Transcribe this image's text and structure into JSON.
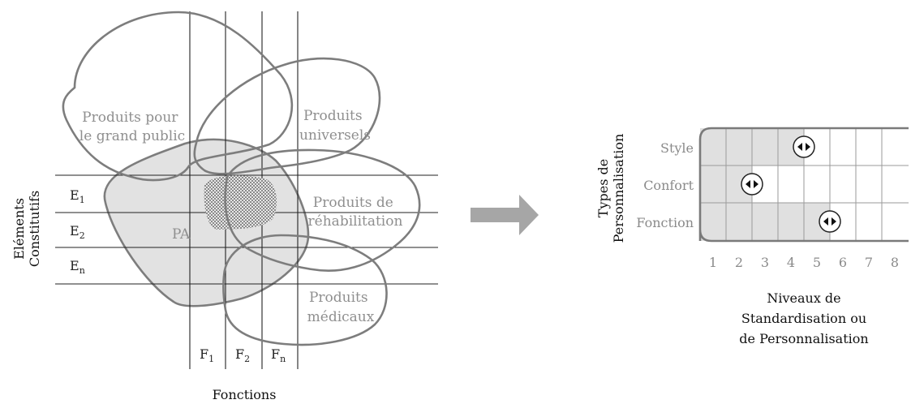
{
  "left_diagram": {
    "groups": {
      "grand_public": [
        "Produits pour",
        "le grand public"
      ],
      "universels": [
        "Produits",
        "universels"
      ],
      "rehabilitation": [
        "Produits de",
        "réhabilitation"
      ],
      "medicaux": [
        "Produits",
        "médicaux"
      ]
    },
    "pa_label": "PA",
    "rows": [
      {
        "base": "E",
        "sub": "1"
      },
      {
        "base": "E",
        "sub": "2"
      },
      {
        "base": "E",
        "sub": "n"
      }
    ],
    "columns": [
      {
        "base": "F",
        "sub": "1"
      },
      {
        "base": "F",
        "sub": "2"
      },
      {
        "base": "F",
        "sub": "n"
      }
    ],
    "y_axis_title": [
      "Eléments",
      "Constitutifs"
    ],
    "x_axis_title": "Fonctions"
  },
  "right_chart": {
    "y_axis_title": [
      "Types de",
      "Personnalisation"
    ],
    "rows": [
      {
        "label": "Style",
        "level": 4.5
      },
      {
        "label": "Confort",
        "level": 2.5
      },
      {
        "label": "Fonction",
        "level": 5.5
      }
    ],
    "levels": [
      "1",
      "2",
      "3",
      "4",
      "5",
      "6",
      "7",
      "8"
    ],
    "x_axis_title": [
      "Niveaux de",
      "Standardisation ou",
      "de Personnalisation"
    ]
  }
}
